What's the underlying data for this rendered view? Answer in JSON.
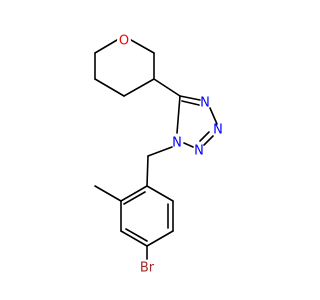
{
  "molecule": {
    "atom_labels": {
      "ring_oxygen": "O",
      "tetrazole_n1": "N",
      "tetrazole_n2": "N",
      "tetrazole_n3": "N",
      "tetrazole_n4": "N",
      "bromine": "Br"
    },
    "colors": {
      "bond": "#000000",
      "oxygen": "#ff0000",
      "nitrogen": "#0000ff",
      "bromine": "#a52a2a"
    }
  }
}
